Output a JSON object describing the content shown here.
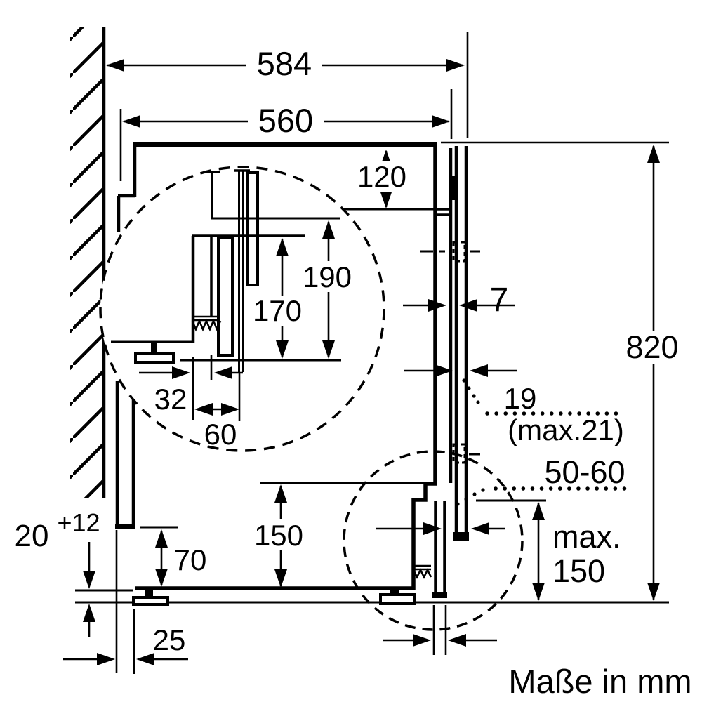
{
  "colors": {
    "ink": "#000000",
    "background": "#ffffff"
  },
  "diagram": {
    "caption": "Maße in mm",
    "dims": {
      "niche_width": "584",
      "inner_width": "560",
      "top_offset": "120",
      "detail_height_outer": "190",
      "detail_height_inner": "170",
      "detail_offset": "32",
      "detail_width": "60",
      "front_gap": "7",
      "niche_height": "820",
      "door_thickness": "19",
      "door_thickness_max": "(max.21)",
      "plinth_recess": "50-60",
      "plinth_clearance": "150",
      "foot_height": "70",
      "base_clearance": "20",
      "base_tolerance": "+12",
      "bottom_side_gap": "25",
      "plinth_max_prefix": "max.",
      "plinth_max_height": "150"
    }
  }
}
